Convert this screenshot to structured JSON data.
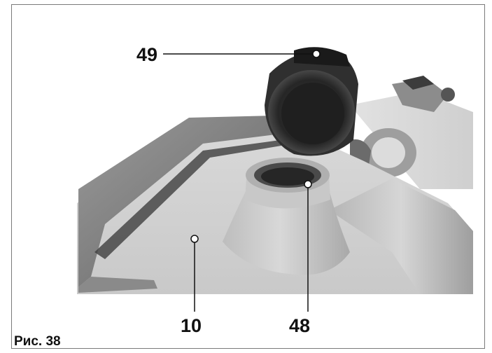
{
  "figure": {
    "caption": "Рис. 38",
    "callouts": {
      "lid": "49",
      "filler_neck": "48",
      "tank": "10"
    }
  }
}
